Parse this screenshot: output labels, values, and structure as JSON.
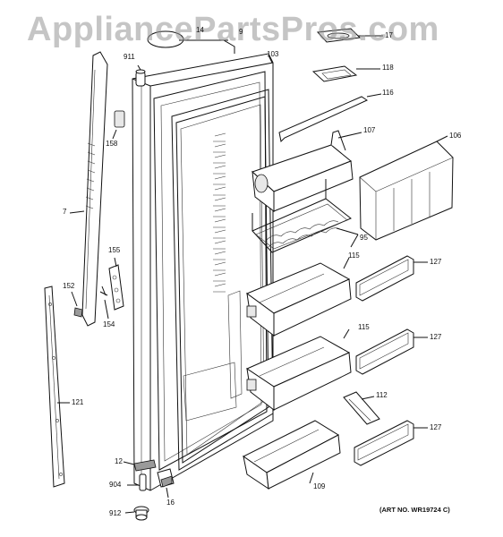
{
  "watermark": "AppliancePartsPros.com",
  "art_number": "(ART NO. WR19724 C)",
  "callouts": {
    "c911": "911",
    "c103": "103",
    "c14": "14",
    "c9": "9",
    "c17": "17",
    "c118": "118",
    "c116": "116",
    "c158": "158",
    "c107": "107",
    "c106": "106",
    "c7": "7",
    "c95": "95",
    "c155": "155",
    "c115a": "115",
    "c127a": "127",
    "c152": "152",
    "c154": "154",
    "c115b": "115",
    "c127b": "127",
    "c121": "121",
    "c112": "112",
    "c127c": "127",
    "c12": "12",
    "c904": "904",
    "c109": "109",
    "c912": "912",
    "c16": "16"
  },
  "colors": {
    "line": "#111111",
    "watermark": "#969696",
    "background": "#ffffff"
  }
}
